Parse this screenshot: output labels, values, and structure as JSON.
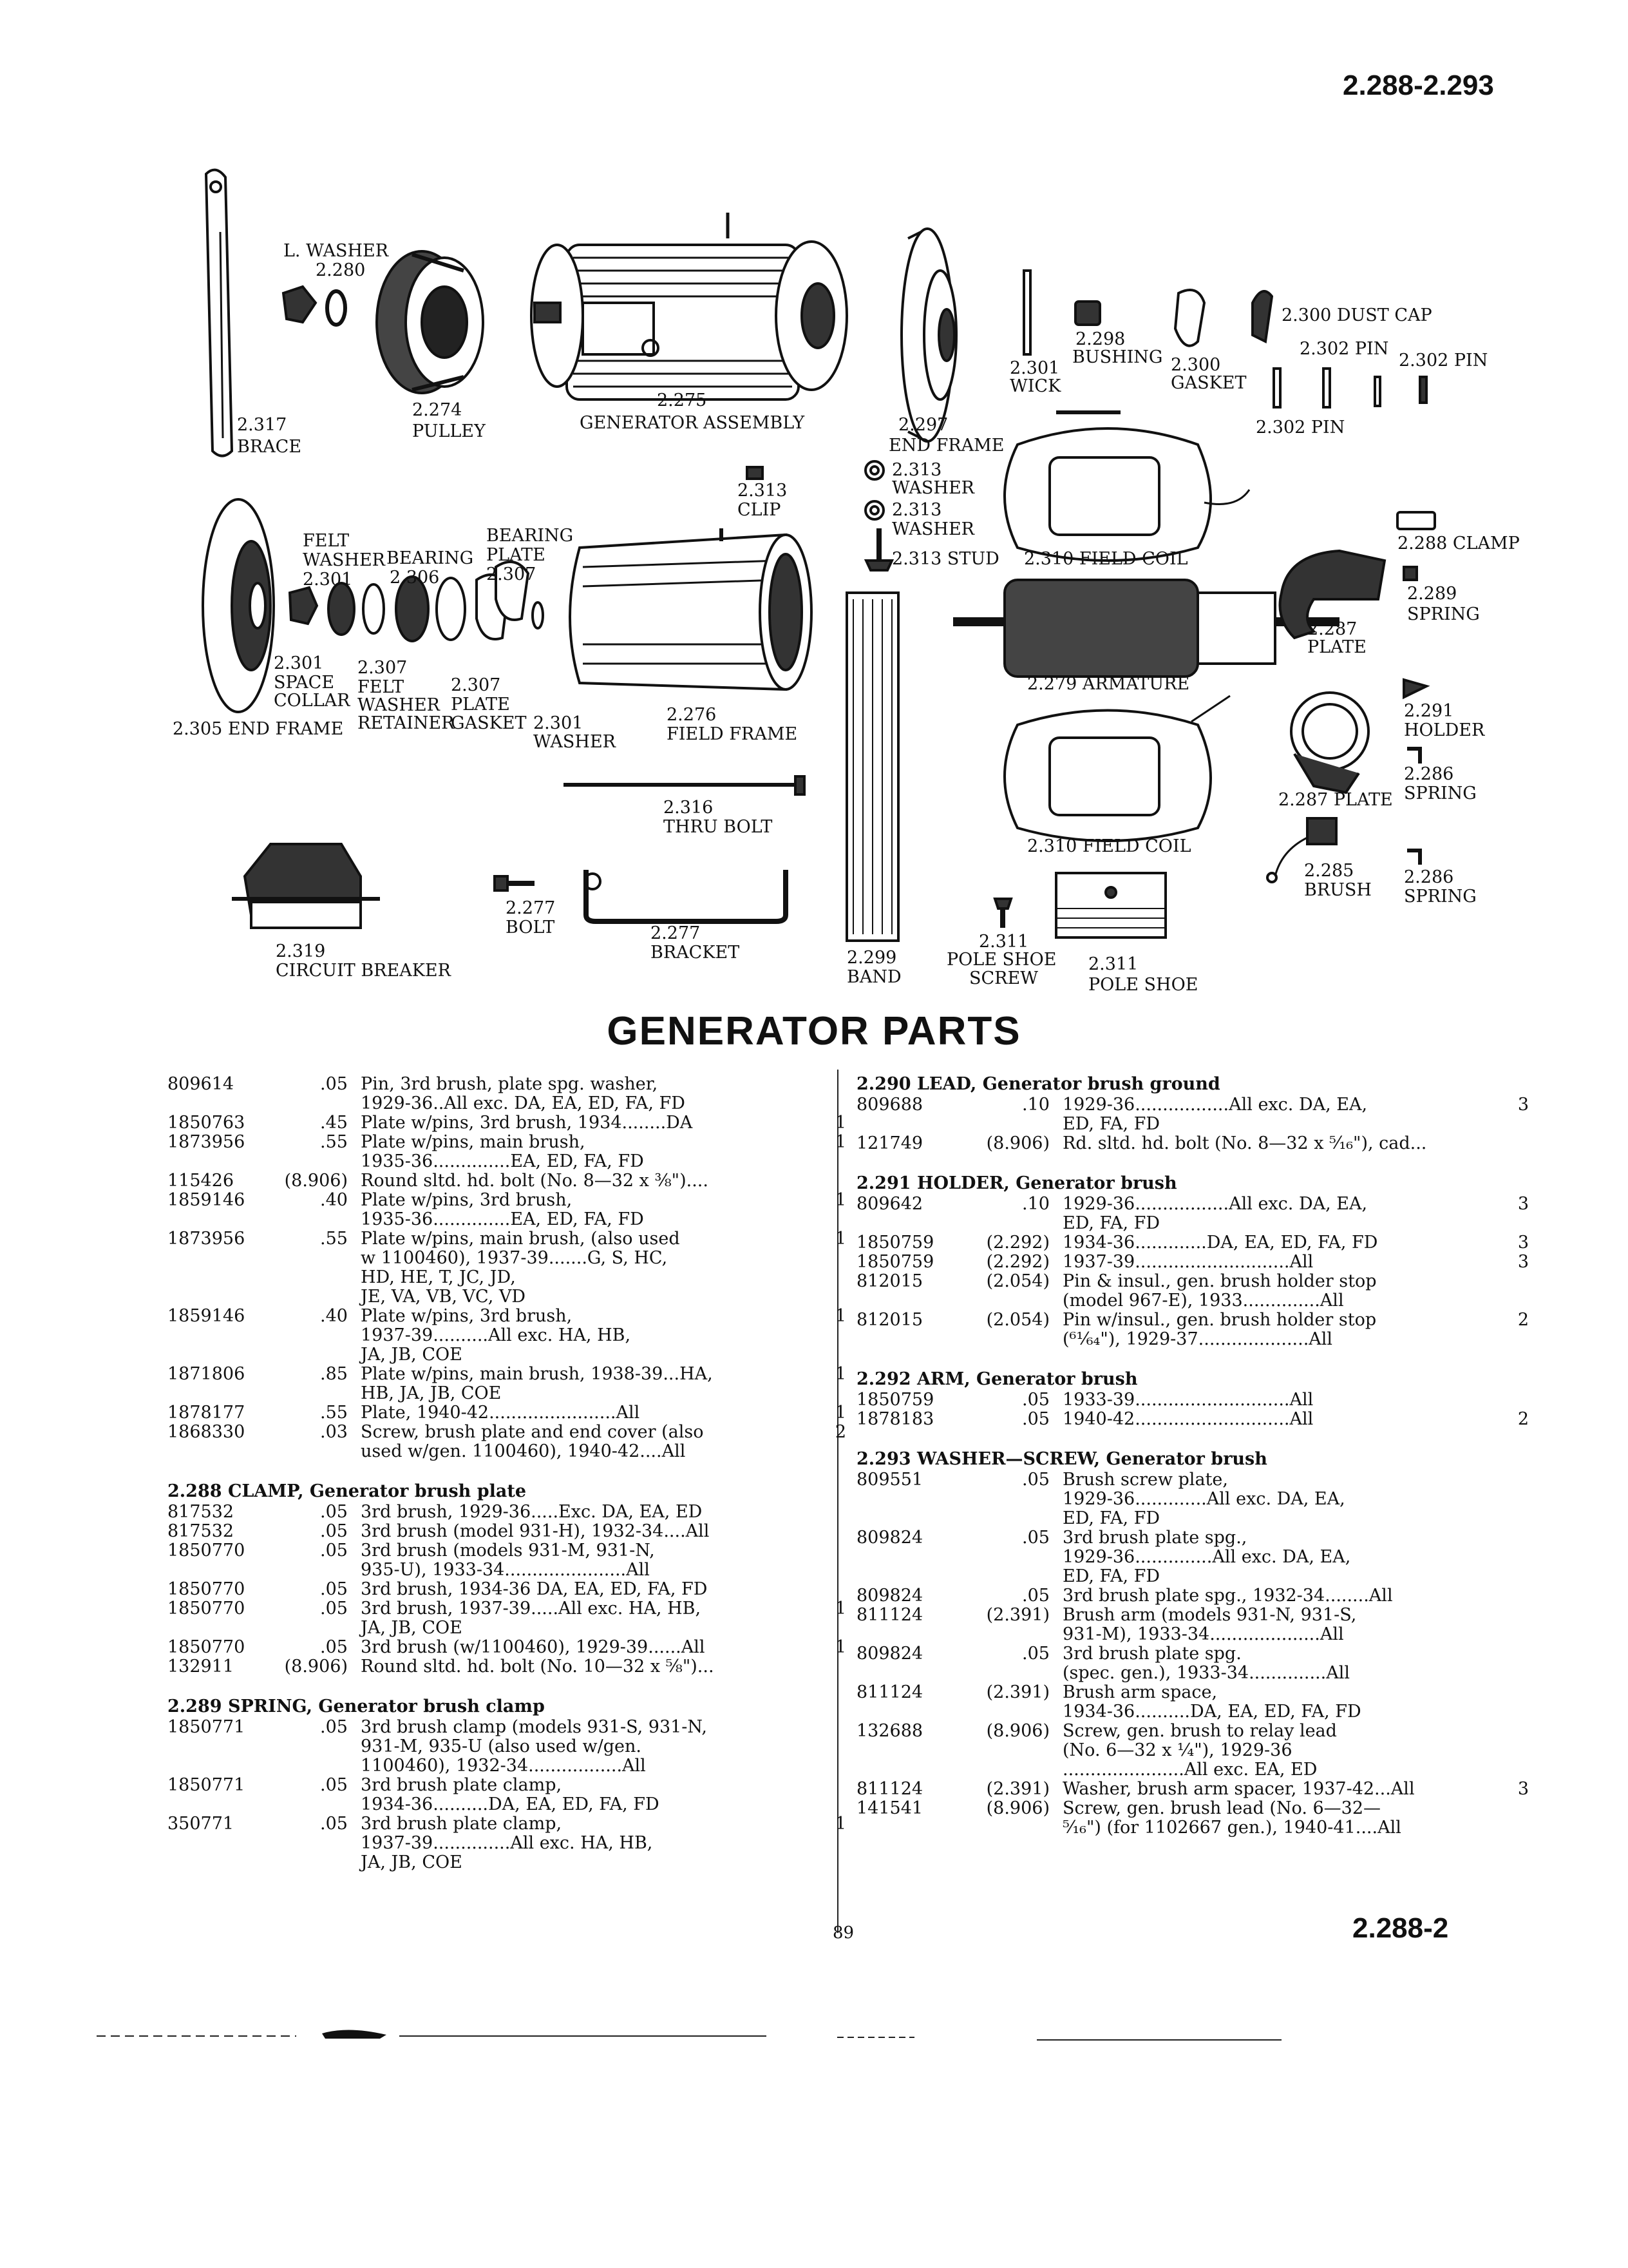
{
  "header": {
    "page_range": "2.288-2.293"
  },
  "diagram_labels": [
    {
      "id": "l1",
      "text": "L. WASHER"
    },
    {
      "id": "l2",
      "text": "2.280"
    },
    {
      "id": "l3",
      "text": "2.274"
    },
    {
      "id": "l4",
      "text": "PULLEY"
    },
    {
      "id": "l5",
      "text": "2.317"
    },
    {
      "id": "l6",
      "text": "BRACE"
    },
    {
      "id": "l7",
      "text": "2.275"
    },
    {
      "id": "l8",
      "text": "GENERATOR ASSEMBLY"
    },
    {
      "id": "l9",
      "text": "2.297"
    },
    {
      "id": "l10",
      "text": "END FRAME"
    },
    {
      "id": "l11",
      "text": "2.301"
    },
    {
      "id": "l12",
      "text": "WICK"
    },
    {
      "id": "l13",
      "text": "2.298"
    },
    {
      "id": "l14",
      "text": "BUSHING"
    },
    {
      "id": "l15",
      "text": "2.300"
    },
    {
      "id": "l16",
      "text": "GASKET"
    },
    {
      "id": "l17",
      "text": "2.300 DUST CAP"
    },
    {
      "id": "l18",
      "text": "2.302 PIN"
    },
    {
      "id": "l19",
      "text": "2.302 PIN"
    },
    {
      "id": "l20",
      "text": "2.302 PIN"
    },
    {
      "id": "l21",
      "text": "2.313"
    },
    {
      "id": "l22",
      "text": "CLIP"
    },
    {
      "id": "l23",
      "text": "2.313"
    },
    {
      "id": "l24",
      "text": "WASHER"
    },
    {
      "id": "l25",
      "text": "2.313"
    },
    {
      "id": "l26",
      "text": "WASHER"
    },
    {
      "id": "l27",
      "text": "2.313 STUD"
    },
    {
      "id": "l28",
      "text": "2.310 FIELD COIL"
    },
    {
      "id": "l29",
      "text": "2.288 CLAMP"
    },
    {
      "id": "l30",
      "text": "2.289"
    },
    {
      "id": "l31",
      "text": "SPRING"
    },
    {
      "id": "l32",
      "text": "2.287"
    },
    {
      "id": "l33",
      "text": "PLATE"
    },
    {
      "id": "l34",
      "text": "2.279 ARMATURE"
    },
    {
      "id": "l35",
      "text": "FELT"
    },
    {
      "id": "l36",
      "text": "WASHER"
    },
    {
      "id": "l37",
      "text": "2.301"
    },
    {
      "id": "l38",
      "text": "BEARING"
    },
    {
      "id": "l39",
      "text": "2.306"
    },
    {
      "id": "l40",
      "text": "BEARING"
    },
    {
      "id": "l41",
      "text": "PLATE"
    },
    {
      "id": "l42",
      "text": "2.307"
    },
    {
      "id": "l43",
      "text": "2.301"
    },
    {
      "id": "l44",
      "text": "SPACE"
    },
    {
      "id": "l45",
      "text": "COLLAR"
    },
    {
      "id": "l46",
      "text": "2.307"
    },
    {
      "id": "l47",
      "text": "FELT"
    },
    {
      "id": "l48",
      "text": "WASHER"
    },
    {
      "id": "l49",
      "text": "RETAINER"
    },
    {
      "id": "l50",
      "text": "2.307"
    },
    {
      "id": "l51",
      "text": "PLATE"
    },
    {
      "id": "l52",
      "text": "GASKET"
    },
    {
      "id": "l53",
      "text": "2.305 END FRAME"
    },
    {
      "id": "l54",
      "text": "2.301"
    },
    {
      "id": "l55",
      "text": "WASHER"
    },
    {
      "id": "l56",
      "text": "2.276"
    },
    {
      "id": "l57",
      "text": "FIELD FRAME"
    },
    {
      "id": "l58",
      "text": "2.291"
    },
    {
      "id": "l59",
      "text": "HOLDER"
    },
    {
      "id": "l60",
      "text": "2.286"
    },
    {
      "id": "l61",
      "text": "SPRING"
    },
    {
      "id": "l62",
      "text": "2.287 PLATE"
    },
    {
      "id": "l63",
      "text": "2.316"
    },
    {
      "id": "l64",
      "text": "THRU BOLT"
    },
    {
      "id": "l65",
      "text": "2.310 FIELD COIL"
    },
    {
      "id": "l66",
      "text": "2.285"
    },
    {
      "id": "l67",
      "text": "BRUSH"
    },
    {
      "id": "l68",
      "text": "2.286"
    },
    {
      "id": "l69",
      "text": "SPRING"
    },
    {
      "id": "l70",
      "text": "2.277"
    },
    {
      "id": "l71",
      "text": "BOLT"
    },
    {
      "id": "l72",
      "text": "2.277"
    },
    {
      "id": "l73",
      "text": "BRACKET"
    },
    {
      "id": "l74",
      "text": "2.319"
    },
    {
      "id": "l75",
      "text": "CIRCUIT BREAKER"
    },
    {
      "id": "l76",
      "text": "2.299"
    },
    {
      "id": "l77",
      "text": "BAND"
    },
    {
      "id": "l78",
      "text": "2.311"
    },
    {
      "id": "l79",
      "text": "POLE SHOE"
    },
    {
      "id": "l80",
      "text": "SCREW"
    },
    {
      "id": "l81",
      "text": "2.311"
    },
    {
      "id": "l82",
      "text": "POLE SHOE"
    }
  ],
  "title": "GENERATOR PARTS",
  "left_column": [
    {
      "type": "row",
      "num": "809614",
      "price": ".05",
      "desc": "Pin, 3rd brush, plate spg. washer,\n      1929-36..All exc. DA, EA, ED, FA, FD",
      "qty": ""
    },
    {
      "type": "row",
      "num": "1850763",
      "price": ".45",
      "desc": "Plate w/pins, 3rd brush, 1934........DA",
      "qty": "1"
    },
    {
      "type": "row",
      "num": "1873956",
      "price": ".55",
      "desc": "Plate w/pins, main brush,\n   1935-36..............EA, ED, FA, FD",
      "qty": "1"
    },
    {
      "type": "row",
      "num": "115426",
      "price": "(8.906)",
      "desc": "Round sltd. hd. bolt (No. 8—32 x ⅜\")....",
      "qty": ""
    },
    {
      "type": "row",
      "num": "1859146",
      "price": ".40",
      "desc": "Plate w/pins, 3rd brush,\n   1935-36..............EA, ED, FA, FD",
      "qty": "1"
    },
    {
      "type": "row",
      "num": "1873956",
      "price": ".55",
      "desc": "Plate w/pins, main brush, (also used\n  w 1100460), 1937-39.......G, S, HC,\n           HD, HE, T, JC, JD,\n        JE, VA, VB, VC, VD",
      "qty": "1"
    },
    {
      "type": "row",
      "num": "1859146",
      "price": ".40",
      "desc": "Plate w/pins, 3rd brush,\n   1937-39..........All exc. HA, HB,\n               JA, JB, COE",
      "qty": "1"
    },
    {
      "type": "row",
      "num": "1871806",
      "price": ".85",
      "desc": "Plate w/pins, main brush, 1938-39...HA,\n            HB, JA, JB, COE",
      "qty": "1"
    },
    {
      "type": "row",
      "num": "1878177",
      "price": ".55",
      "desc": "Plate, 1940-42.......................All",
      "qty": "1"
    },
    {
      "type": "row",
      "num": "1868330",
      "price": ".03",
      "desc": "Screw, brush plate and end cover (also\n   used w/gen. 1100460), 1940-42....All",
      "qty": "2"
    },
    {
      "type": "sec",
      "text": "2.288  CLAMP, Generator brush plate"
    },
    {
      "type": "row",
      "num": "817532",
      "price": ".05",
      "desc": "3rd brush, 1929-36.....Exc. DA, EA, ED",
      "qty": ""
    },
    {
      "type": "row",
      "num": "817532",
      "price": ".05",
      "desc": "3rd brush (model 931-H), 1932-34....All",
      "qty": ""
    },
    {
      "type": "row",
      "num": "1850770",
      "price": ".05",
      "desc": "3rd brush (models 931-M, 931-N,\n   935-U), 1933-34......................All",
      "qty": ""
    },
    {
      "type": "row",
      "num": "1850770",
      "price": ".05",
      "desc": "3rd brush, 1934-36  DA, EA, ED, FA, FD",
      "qty": ""
    },
    {
      "type": "row",
      "num": "1850770",
      "price": ".05",
      "desc": "3rd brush, 1937-39.....All exc. HA, HB,\n              JA, JB, COE",
      "qty": "1"
    },
    {
      "type": "row",
      "num": "1850770",
      "price": ".05",
      "desc": "3rd brush (w/1100460), 1929-39......All",
      "qty": "1"
    },
    {
      "type": "row",
      "num": "132911",
      "price": "(8.906)",
      "desc": "Round sltd. hd. bolt (No. 10—32 x ⅝\")...",
      "qty": ""
    },
    {
      "type": "sec",
      "text": "2.289  SPRING, Generator brush clamp"
    },
    {
      "type": "row",
      "num": "1850771",
      "price": ".05",
      "desc": "3rd brush clamp (models 931-S, 931-N,\n   931-M, 935-U (also used w/gen.\n   1100460), 1932-34.................All",
      "qty": ""
    },
    {
      "type": "row",
      "num": "1850771",
      "price": ".05",
      "desc": "3rd brush plate clamp,\n   1934-36..........DA, EA, ED, FA, FD",
      "qty": ""
    },
    {
      "type": "row",
      "num": "350771",
      "price": ".05",
      "desc": "3rd brush plate clamp,\n   1937-39..............All exc. HA, HB,\n              JA, JB, COE",
      "qty": "1"
    }
  ],
  "right_column": [
    {
      "type": "sec",
      "text": "2.290  LEAD, Generator brush ground"
    },
    {
      "type": "row",
      "num": "809688",
      "price": ".10",
      "desc": "1929-36.................All exc. DA, EA,\n                        ED, FA, FD",
      "qty": "3"
    },
    {
      "type": "row",
      "num": "121749",
      "price": "(8.906)",
      "desc": "Rd. sltd. hd. bolt (No. 8—32 x ⁵⁄₁₆\"), cad...",
      "qty": ""
    },
    {
      "type": "sec",
      "text": "2.291  HOLDER, Generator brush"
    },
    {
      "type": "row",
      "num": "809642",
      "price": ".10",
      "desc": "1929-36.................All exc. DA, EA,\n                        ED, FA, FD",
      "qty": "3"
    },
    {
      "type": "row",
      "num": "1850759",
      "price": "(2.292)",
      "desc": "1934-36.............DA, EA, ED, FA, FD",
      "qty": "3"
    },
    {
      "type": "row",
      "num": "1850759",
      "price": "(2.292)",
      "desc": "1937-39............................All",
      "qty": "3"
    },
    {
      "type": "row",
      "num": "812015",
      "price": "(2.054)",
      "desc": "Pin & insul., gen. brush holder stop\n   (model 967-E), 1933..............All",
      "qty": ""
    },
    {
      "type": "row",
      "num": "812015",
      "price": "(2.054)",
      "desc": "Pin w/insul., gen. brush holder stop\n   (⁶¹⁄₆₄\"), 1929-37....................All",
      "qty": "2"
    },
    {
      "type": "sec",
      "text": "2.292  ARM, Generator brush"
    },
    {
      "type": "row",
      "num": "1850759",
      "price": ".05",
      "desc": "1933-39............................All",
      "qty": ""
    },
    {
      "type": "row",
      "num": "1878183",
      "price": ".05",
      "desc": "1940-42............................All",
      "qty": "2"
    },
    {
      "type": "sec",
      "text": "2.293  WASHER—SCREW, Generator brush"
    },
    {
      "type": "row",
      "num": "809551",
      "price": ".05",
      "desc": "Brush screw plate,\n      1929-36.............All exc. DA, EA,\n                        ED, FA, FD",
      "qty": ""
    },
    {
      "type": "row",
      "num": "809824",
      "price": ".05",
      "desc": "3rd brush plate spg.,\n      1929-36..............All exc. DA, EA,\n                        ED, FA, FD",
      "qty": ""
    },
    {
      "type": "row",
      "num": "809824",
      "price": ".05",
      "desc": "3rd brush plate spg., 1932-34........All",
      "qty": ""
    },
    {
      "type": "row",
      "num": "811124",
      "price": "(2.391)",
      "desc": "Brush arm (models 931-N, 931-S,\n   931-M), 1933-34....................All",
      "qty": ""
    },
    {
      "type": "row",
      "num": "809824",
      "price": ".05",
      "desc": "3rd brush plate spg.\n   (spec. gen.), 1933-34..............All",
      "qty": ""
    },
    {
      "type": "row",
      "num": "811124",
      "price": "(2.391)",
      "desc": "Brush arm space,\n      1934-36..........DA, EA, ED, FA, FD",
      "qty": ""
    },
    {
      "type": "row",
      "num": "132688",
      "price": "(8.906)",
      "desc": "Screw, gen. brush to relay lead\n   (No. 6—32 x ¼\"), 1929-36\n   ......................All exc. EA, ED",
      "qty": ""
    },
    {
      "type": "row",
      "num": "811124",
      "price": "(2.391)",
      "desc": "Washer, brush arm spacer, 1937-42...All",
      "qty": "3"
    },
    {
      "type": "row",
      "num": "141541",
      "price": "(8.906)",
      "desc": "Screw, gen. brush lead (No. 6—32—\n   ⁵⁄₁₆\") (for 1102667 gen.), 1940-41....All",
      "qty": ""
    }
  ],
  "footer": {
    "page_number": "89",
    "range_partial": "2.288-2"
  }
}
